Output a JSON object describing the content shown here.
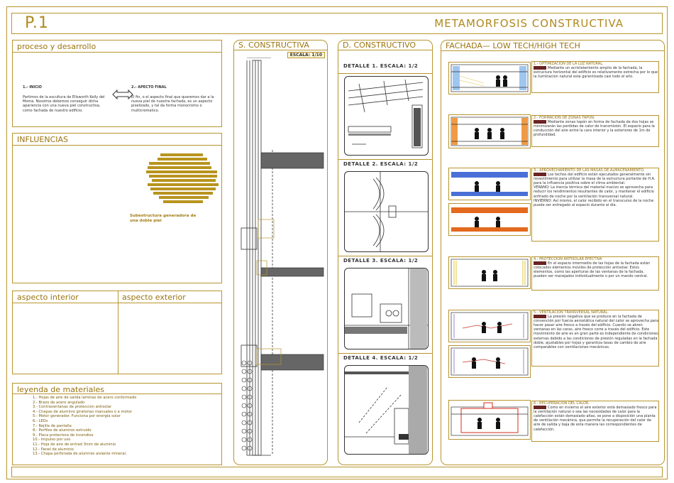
{
  "sheet": {
    "number": "P.1",
    "title": "METAMORFOSIS CONSTRUCTIVA"
  },
  "proceso": {
    "title": "proceso y desarrollo",
    "inicio_label": "1.- INICIO",
    "inicio_text": "Partimos de la escultura de Ellsworth Kelly del Moma. Nosotros debemos conseguir dicha apariencia con una nueva piel constructiva, como fachada de nuestro edificio.",
    "final_label": "2.- APECTO FINAL",
    "final_text": "El fin, o el aspecto final que queremos dar a la nueva piel de nuestra fachada, es un aspecto pixelizado, y tal da forma monocromo o multicromatico."
  },
  "influencias": {
    "title": "INFLUENCIAS",
    "caption": "Subestructura generadora de una doble piel"
  },
  "aspecto": {
    "interior": "aspecto interior",
    "exterior": "aspecto exterior"
  },
  "leyenda": {
    "title": "leyenda de materiales",
    "items": [
      "1.- Hojas de aire de salida laminas de acero conformado",
      "2.- Brazo de acero angulado",
      "3.- Contraventanas de proteccion antisolar",
      "4.- Chapas de aluminio giratorias manuales o a motor",
      "5.- Motor generador. Funciona por energia solar",
      "6.- LEDs",
      "7.- Rejilla de pantalla",
      "8.- Perfiles de aluminio extruido",
      "9.- Placa protectora de incendios",
      "10.- Impulso por uso",
      "11.- Hoja de aire de entrad 3mm de aluminio",
      "12.- Panel de aluminio",
      "13.- Chapa perforada de aluminio aislante mineral."
    ]
  },
  "seccion": {
    "title": "S. CONSTRUCTIVA",
    "escala": "ESCALA: 1/10"
  },
  "detalles": {
    "title": "D. CONSTRUCTIVO",
    "items": [
      "DETALLE 1. ESCALA: 1/2",
      "DETALLE 2. ESCALA: 1/2",
      "DETALLE 3. ESCALA: 1/2",
      "DETALLE 4. ESCALA: 1/2"
    ]
  },
  "fachada": {
    "title": "FACHADA— LOW TECH/HIGH TECH",
    "items": [
      {
        "label": "1.- OPTIMIZACION DE LA LUZ NATURAL.",
        "text": "Mediante un acristalamiento amplio de la fachada, la estructura horizontal del edificio es relativamente estrecha por lo que la iluminacion natural esta garantizada casi todo el año."
      },
      {
        "label": "2.- FORMACION DE ZONAS TAPON.",
        "text": "Mediante zonas tapón en forma de fachada de dos hojas se minimizarán las perdidas de calor de transmisión. El espacio para la conducción del aire entre la cara interior y la exteriores de 1m de profundidad."
      },
      {
        "label": "3.- APROVECHAMIENTO DE LAS MASAS DE ALMACENAMIENTO.",
        "text": "Los techos del edificio están ejecutados generalmente sin revestimiento para utilizar la masa de la estructura portante de H.A. para la influencia positiva sobre el clima ambiental.",
        "text2": "VERANO: La inercia térmica del material macizo se aprovecha para reducir los rendimientos resultantes de calor, y mantener el edificio enfriado de noche por la ventilación transversal natural.",
        "text3": "INVIERNO: Así mismo, el calor recibido en el transcurso de la noche puede ser entregado al espacio durante el día."
      },
      {
        "label": "4.- PROTECCION ANTISOLAR EFECTIVA",
        "text": "En el espacio intermedio de las hojas de la fachada están colocados elementos moviles de protección antisolar. Estos elementos, como las aperturas de las ventanas de la fachada, pueden ser manejados individualmente o por un mando central."
      },
      {
        "label": "5.- VENTILACION TRANSVERSAL NATURAL.",
        "text": "La presión negativa que se produce en la fachada de convención por fuerza aerostática natural del calor se aprovecha para hacer pasar aire fresco a través del edificio. Cuando se abren ventanas en las caras, aire fresco corre a través del edificio. Este movimiento de aire es en gran parte es independiente de condiciones externas debido a las condiciones de presión reguladas en la fachada doble, ajustables por hojas y garantiza tasas de cambio de aire comparables con ventilaciones mecánicas."
      },
      {
        "label": "6.- RECUPERACION DEL CALOR.",
        "text": "Como en invierno el aire exterior está demasiado fresco para la ventilación natural o sea las necesidades de calor para la calefacción están demasiado altas, se pone a disposición una planta de ventilación mecánica, que permite la recuperación del calor de aire de salida y baja de esta manera las correspondientes de calefacción."
      }
    ]
  },
  "colors": {
    "gold": "#b8952e",
    "dark_red": "#6b2323",
    "blue": "#4a6fd6",
    "orange": "#e36a1e"
  }
}
